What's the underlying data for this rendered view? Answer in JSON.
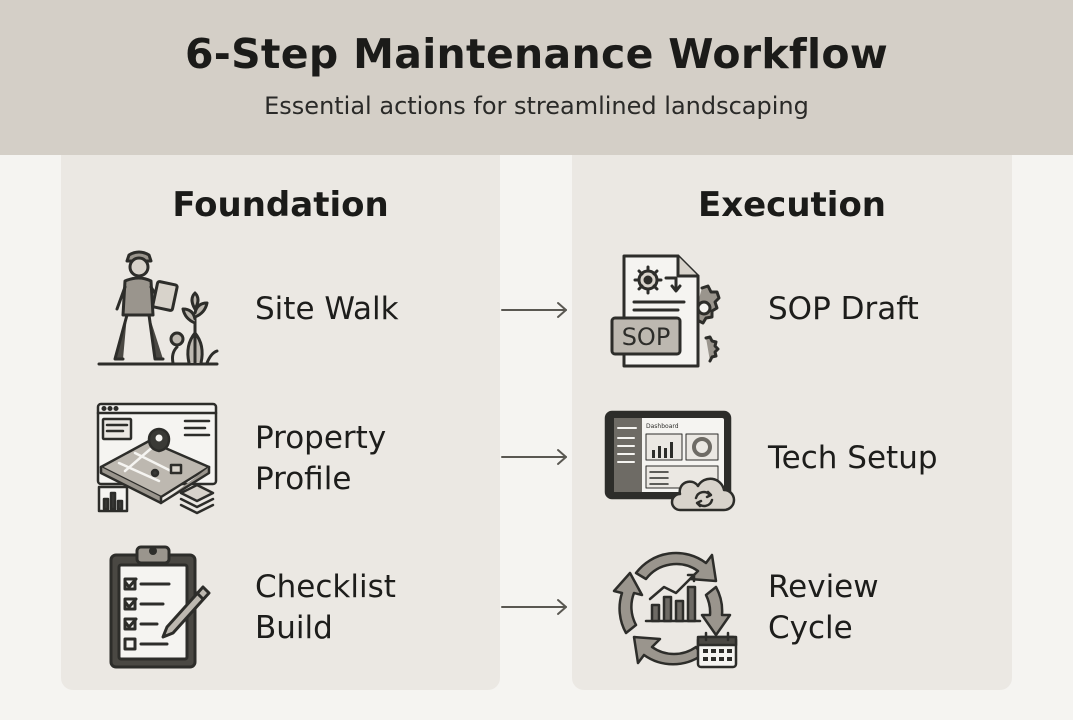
{
  "header": {
    "title": "6-Step Maintenance Workflow",
    "subtitle": "Essential actions for streamlined landscaping"
  },
  "columns": [
    {
      "title": "Foundation",
      "steps": [
        {
          "label": "Site Walk",
          "icon": "surveyor-icon"
        },
        {
          "label": "Property\nProfile",
          "icon": "property-map-icon"
        },
        {
          "label": "Checklist\nBuild",
          "icon": "clipboard-checklist-icon"
        }
      ]
    },
    {
      "title": "Execution",
      "steps": [
        {
          "label": "SOP Draft",
          "icon": "sop-document-icon",
          "icon_text": "SOP"
        },
        {
          "label": "Tech Setup",
          "icon": "tablet-dashboard-icon",
          "icon_text": "Dashboard"
        },
        {
          "label": "Review\nCycle",
          "icon": "review-cycle-icon"
        }
      ]
    }
  ],
  "connectors": [
    "arrow-right-icon",
    "arrow-right-icon",
    "arrow-right-icon"
  ],
  "colors": {
    "header_bg": "#d4cfc7",
    "panel_bg": "#ebe8e3",
    "page_bg": "#f5f4f1",
    "ink": "#3a3a36",
    "icon_fill": "#bdb8b0"
  }
}
